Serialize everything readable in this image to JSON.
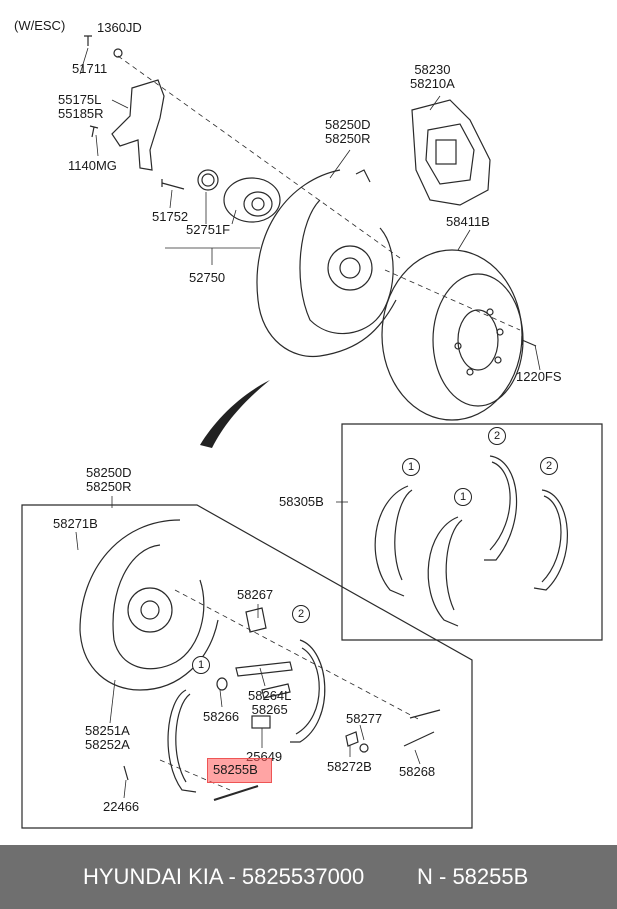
{
  "variant": "(W/ESC)",
  "labels": {
    "p1360jd": "1360JD",
    "p51711": "51711",
    "p55175l": "55175L",
    "p55185r": "55185R",
    "p1140mg": "1140MG",
    "p51752": "51752",
    "p52751f": "52751F",
    "p52750": "52750",
    "p58250d_top": "58250D",
    "p58250r_top": "58250R",
    "p58230": "58230",
    "p58210a": "58210A",
    "p58411b": "58411B",
    "p1220fs": "1220FS",
    "p58305b": "58305B",
    "p58250d_mid": "58250D",
    "p58250r_mid": "58250R",
    "p58271b": "58271B",
    "p58267": "58267",
    "p58264l": "58264L",
    "p58265": "58265",
    "p58266": "58266",
    "p58251a": "58251A",
    "p58252a": "58252A",
    "p25649": "25649",
    "p58277": "58277",
    "p58272b": "58272B",
    "p58268": "58268",
    "p58255b": "58255B",
    "p22466": "22466"
  },
  "callouts": {
    "kit_1a": "1",
    "kit_2a": "2",
    "kit_1b": "1",
    "kit_2b": "2",
    "assy_2": "2",
    "assy_1": "1"
  },
  "highlight_part": "58255B",
  "footer": {
    "brand": "HYUNDAI  KIA - 5825537000",
    "ref": "N - 58255B"
  }
}
